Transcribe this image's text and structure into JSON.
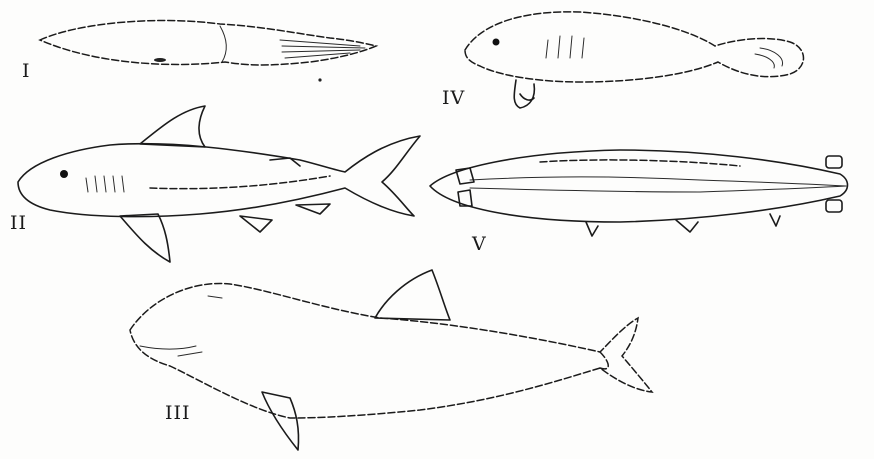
{
  "labels": {
    "squid": "I",
    "shark": "II",
    "dolphin": "III",
    "manatee": "IV",
    "submarine": "V"
  }
}
